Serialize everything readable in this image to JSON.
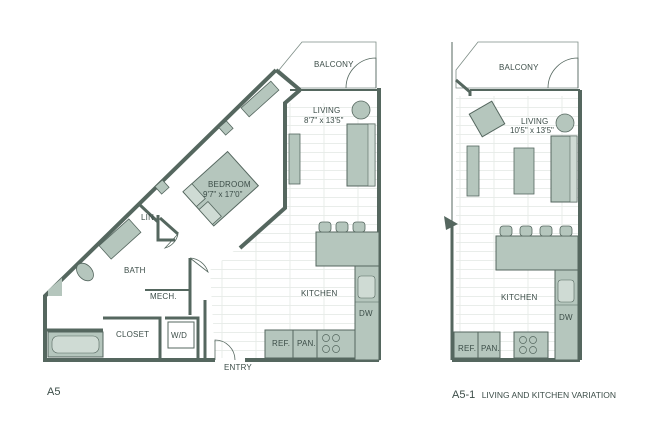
{
  "plans": {
    "a5": {
      "caption": "A5",
      "rooms": {
        "balcony": "BALCONY",
        "living": "LIVING",
        "living_dim": "8'7\" x 13'5\"",
        "bedroom": "BEDROOM",
        "bedroom_dim": "9'7\" x 17'0\"",
        "lin": "LIN",
        "bath": "BATH",
        "mech": "MECH.",
        "closet": "CLOSET",
        "wd": "W/D",
        "kitchen": "KITCHEN",
        "dw": "DW",
        "ref": "REF.",
        "pan": "PAN.",
        "entry": "ENTRY"
      }
    },
    "a5_1": {
      "caption_code": "A5-1",
      "caption_text": "LIVING AND KITCHEN VARIATION",
      "rooms": {
        "balcony": "BALCONY",
        "living": "LIVING",
        "living_dim": "10'5\" x 13'5\"",
        "kitchen": "KITCHEN",
        "dw": "DW",
        "ref": "REF.",
        "pan": "PAN."
      }
    }
  },
  "colors": {
    "wall": "#55675f",
    "fixture": "#b5c6bd",
    "fixture_stroke": "#55675f",
    "floor_lines": "#dfe5e1",
    "text": "#3c4d48"
  }
}
